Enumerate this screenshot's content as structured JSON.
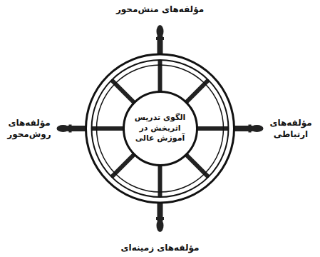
{
  "diagram": {
    "nodes": [
      {
        "text": [
          "الگوی تدریس اثربخش در آموزش عالی"
        ]
      }
    ],
    "labels": [
      "مؤلفه‌های منش‌محور",
      "مؤلفه‌های ارتباطی",
      "مؤلفه‌های روش‌محور",
      "مؤلفه‌های زمینه‌ای"
    ]
  }
}
